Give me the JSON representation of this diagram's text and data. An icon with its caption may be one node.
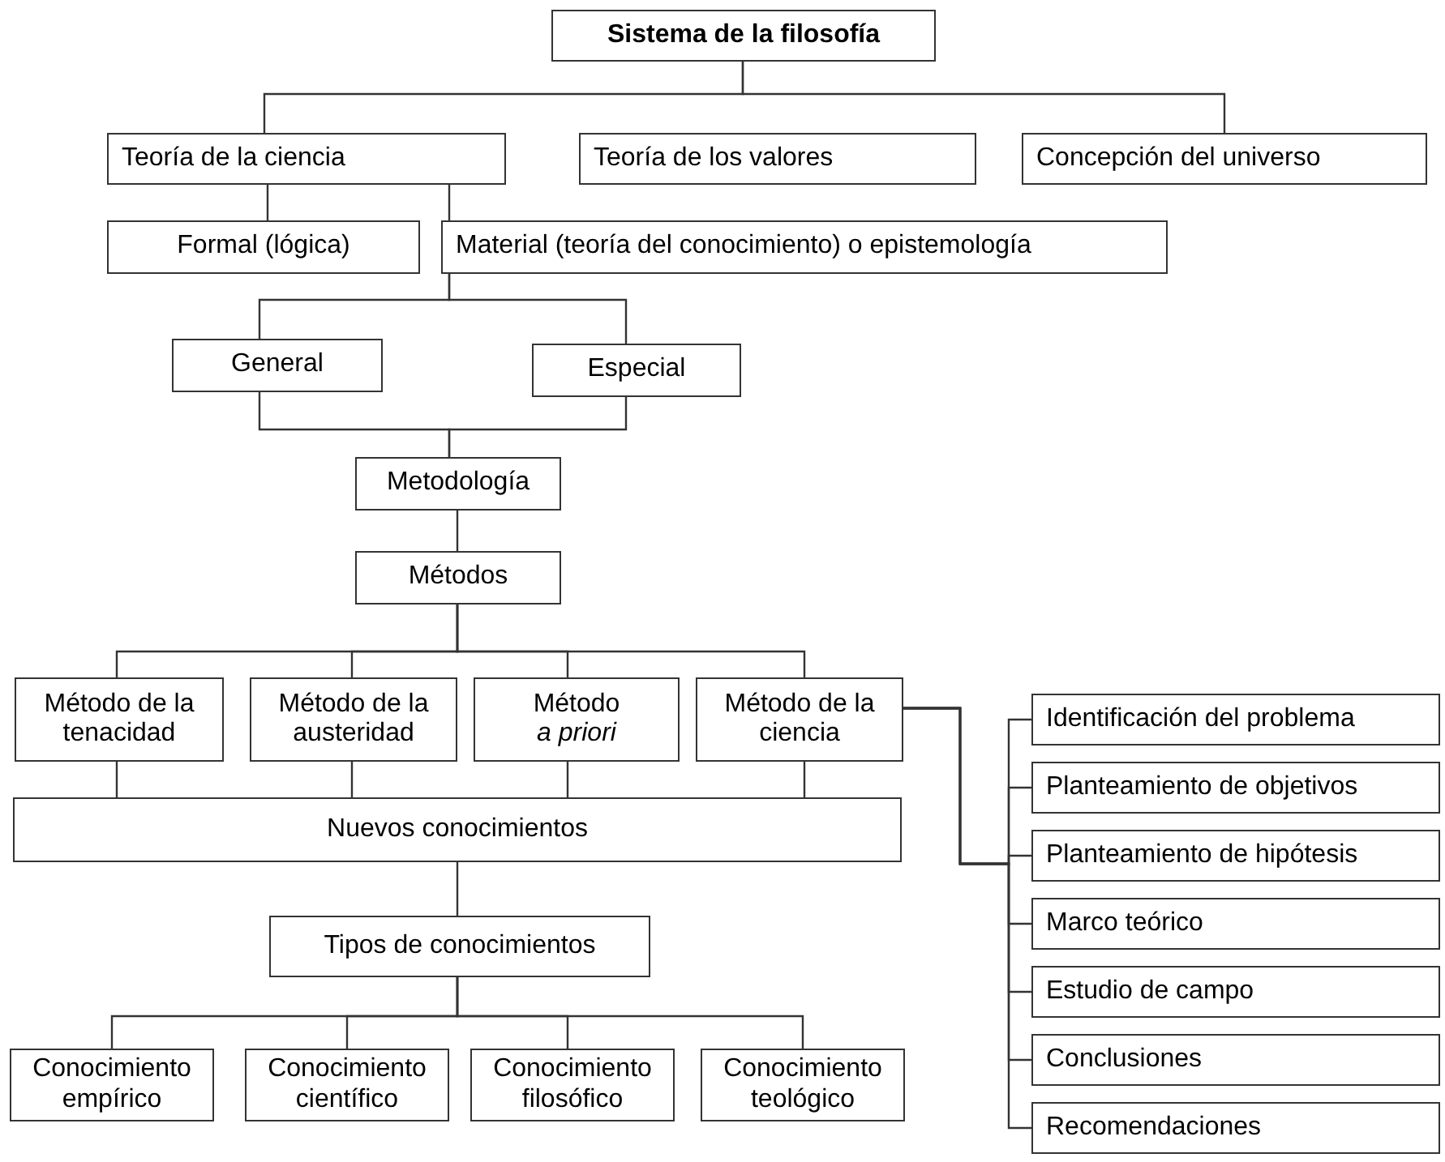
{
  "diagram": {
    "nodes": [
      {
        "text": [
          "Sistema de la filosofía"
        ]
      },
      {
        "text": [
          "Teoría de la ciencia"
        ]
      },
      {
        "text": [
          "Teoría de los valores"
        ]
      },
      {
        "text": [
          "Concepción del universo"
        ]
      },
      {
        "text": [
          "Formal (lógica)"
        ]
      },
      {
        "text": [
          "Material (teoría del conocimiento) o epistemología"
        ]
      },
      {
        "text": [
          "General"
        ]
      },
      {
        "text": [
          "Especial"
        ]
      },
      {
        "text": [
          "Metodología"
        ]
      },
      {
        "text": [
          "Métodos"
        ]
      },
      {
        "text": [
          "Método de la tenacidad"
        ]
      },
      {
        "text": [
          "Método de la austeridad"
        ]
      },
      {
        "text": [
          "Método *a priori*"
        ]
      },
      {
        "text": [
          "Método de la ciencia"
        ]
      },
      {
        "text": [
          "Nuevos conocimientos"
        ]
      },
      {
        "text": [
          "Tipos de conocimientos"
        ]
      },
      {
        "text": [
          "Conocimiento empírico"
        ]
      },
      {
        "text": [
          "Conocimiento científico"
        ]
      },
      {
        "text": [
          "Conocimiento filosófico"
        ]
      },
      {
        "text": [
          "Conocimiento teológico"
        ]
      },
      {
        "text": [
          "Identificación del problema"
        ]
      },
      {
        "text": [
          "Planteamiento de objetivos"
        ]
      },
      {
        "text": [
          "Planteamiento de hipótesis"
        ]
      },
      {
        "text": [
          "Marco teórico"
        ]
      },
      {
        "text": [
          "Estudio de campo"
        ]
      },
      {
        "text": [
          "Conclusiones"
        ]
      },
      {
        "text": [
          "Recomendaciones"
        ]
      }
    ],
    "edges": [
      {
        "from": 0,
        "to": 1,
        "arrow": "none"
      },
      {
        "from": 0,
        "to": 3,
        "arrow": "none"
      },
      {
        "from": 1,
        "to": 4,
        "arrow": "none"
      },
      {
        "from": 1,
        "to": 5,
        "arrow": "none"
      },
      {
        "from": 5,
        "to": 6,
        "arrow": "none"
      },
      {
        "from": 5,
        "to": 7,
        "arrow": "none"
      },
      {
        "from": 6,
        "to": 8,
        "arrow": "none"
      },
      {
        "from": 7,
        "to": 8,
        "arrow": "none"
      },
      {
        "from": 8,
        "to": 9,
        "arrow": "none"
      },
      {
        "from": 9,
        "to": 10,
        "arrow": "none"
      },
      {
        "from": 9,
        "to": 11,
        "arrow": "none"
      },
      {
        "from": 9,
        "to": 12,
        "arrow": "none"
      },
      {
        "from": 9,
        "to": 13,
        "arrow": "none"
      },
      {
        "from": 10,
        "to": 14,
        "arrow": "none"
      },
      {
        "from": 11,
        "to": 14,
        "arrow": "none"
      },
      {
        "from": 12,
        "to": 14,
        "arrow": "none"
      },
      {
        "from": 13,
        "to": 14,
        "arrow": "none"
      },
      {
        "from": 13,
        "to": 20,
        "arrow": "none"
      },
      {
        "from": 13,
        "to": 21,
        "arrow": "none"
      },
      {
        "from": 13,
        "to": 22,
        "arrow": "none"
      },
      {
        "from": 13,
        "to": 23,
        "arrow": "none"
      },
      {
        "from": 13,
        "to": 24,
        "arrow": "none"
      },
      {
        "from": 13,
        "to": 25,
        "arrow": "none"
      },
      {
        "from": 13,
        "to": 26,
        "arrow": "none"
      },
      {
        "from": 14,
        "to": 15,
        "arrow": "none"
      },
      {
        "from": 15,
        "to": 16,
        "arrow": "none"
      },
      {
        "from": 15,
        "to": 17,
        "arrow": "none"
      },
      {
        "from": 15,
        "to": 18,
        "arrow": "none"
      },
      {
        "from": 15,
        "to": 19,
        "arrow": "none"
      }
    ]
  }
}
